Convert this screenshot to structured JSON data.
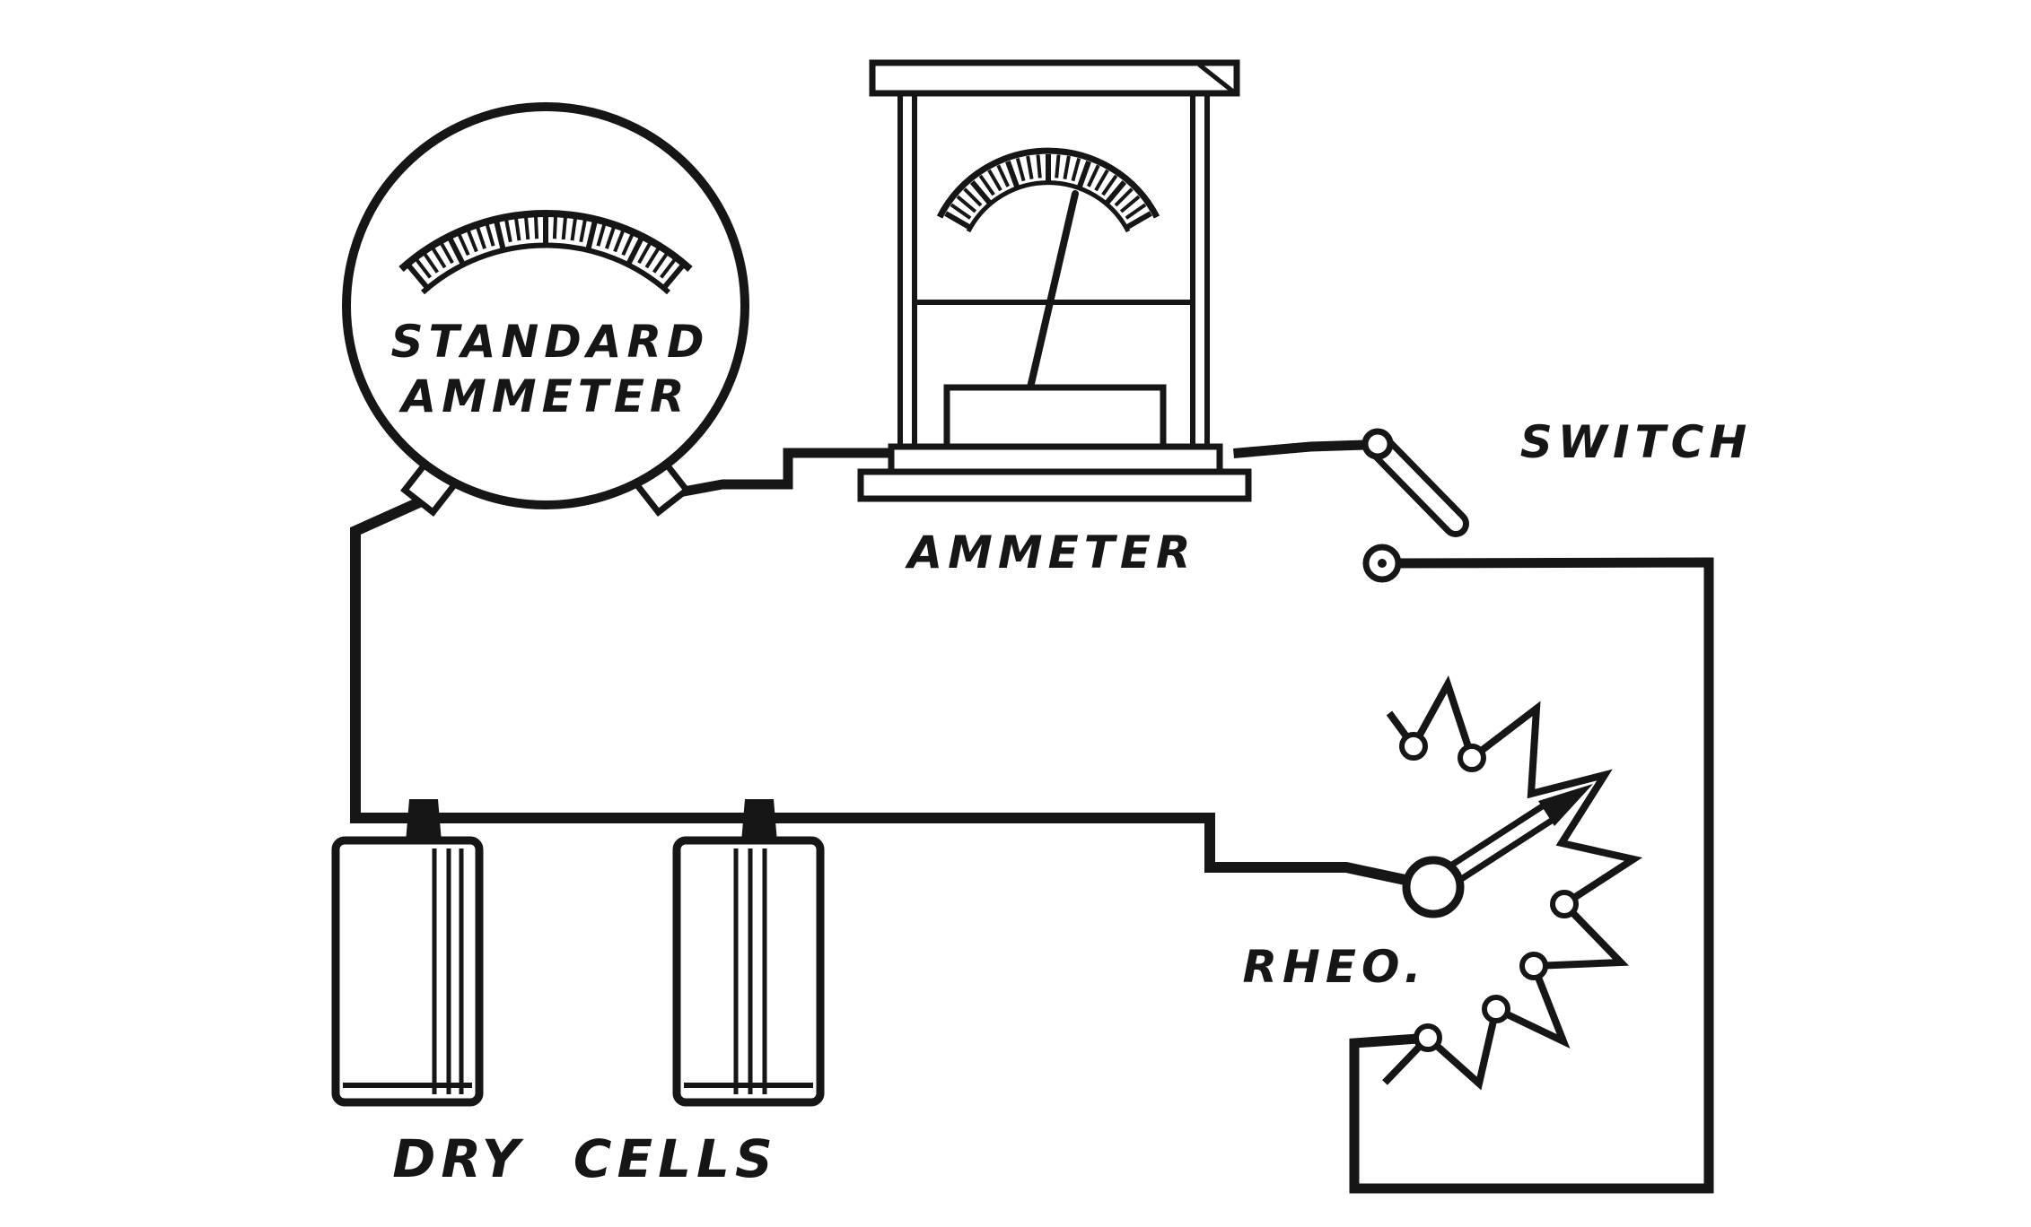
{
  "diagram": {
    "background": "#ffffff",
    "ink_color": "#161616",
    "labels": {
      "standard_ammeter_line1": "STANDARD",
      "standard_ammeter_line2": "AMMETER",
      "panel_ammeter": "AMMETER",
      "switch": "SWITCH",
      "rheostat": "RHEO.",
      "dry_cells": "DRY CELLS"
    },
    "components": [
      {
        "name": "standard-ammeter",
        "type": "meter"
      },
      {
        "name": "panel-ammeter",
        "type": "meter"
      },
      {
        "name": "knife-switch",
        "type": "switch",
        "state": "open"
      },
      {
        "name": "rheostat",
        "type": "variable-resistor"
      },
      {
        "name": "dry-cell-1",
        "type": "battery"
      },
      {
        "name": "dry-cell-2",
        "type": "battery"
      }
    ]
  }
}
